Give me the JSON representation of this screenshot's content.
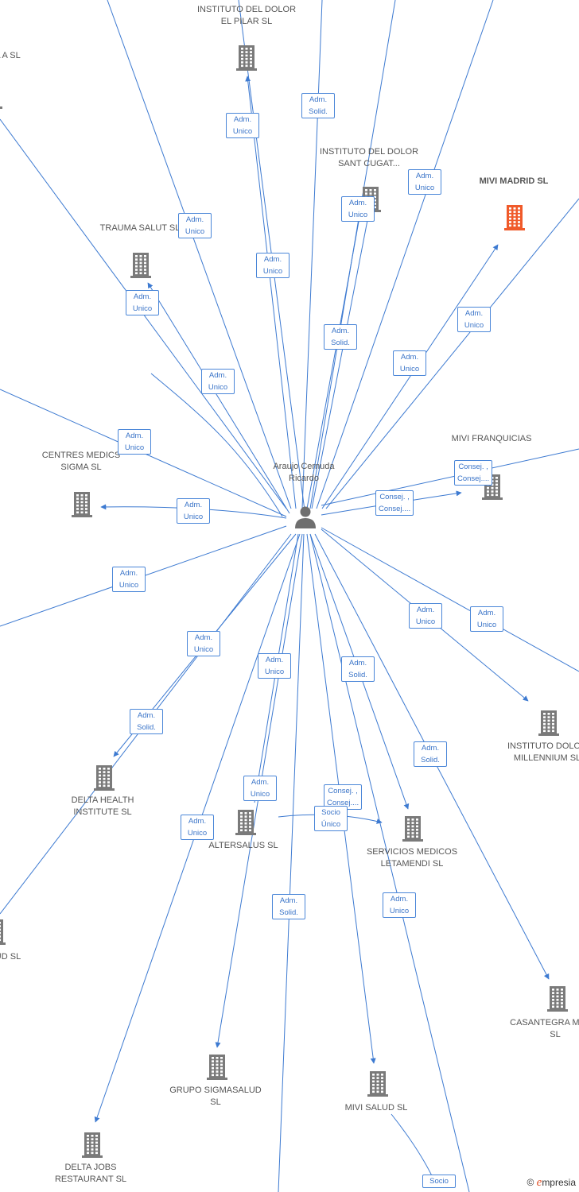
{
  "center": {
    "id": "center",
    "label": "Araujo\nCernuda\nRicardo"
  },
  "colors": {
    "edge": "#3d7ad1",
    "building": "#7a7a7a",
    "highlight": "#f05a2a",
    "role_text": "#3a74c8"
  },
  "nodes": [
    {
      "id": "n1",
      "label": "INSTITUTO\nDEL DOLOR\nEL PILAR  SL",
      "highlight": false
    },
    {
      "id": "n2",
      "label": "CIA\nA\nSL",
      "highlight": false
    },
    {
      "id": "n3",
      "label": "INSTITUTO\nDEL DOLOR\nSANT CUGAT...",
      "highlight": false
    },
    {
      "id": "n4",
      "label": "MIVI\nMADRID  SL",
      "highlight": true
    },
    {
      "id": "n5",
      "label": "TRAUMA\nSALUT  SL",
      "highlight": false
    },
    {
      "id": "n6",
      "label": "MIVI\nFRANQUICIAS",
      "highlight": false
    },
    {
      "id": "n7",
      "label": "CENTRES\nMEDICS\nSIGMA SL",
      "highlight": false
    },
    {
      "id": "n8",
      "label": "INSTITUTO\nDOLOR\nMILLENNIUM  SL",
      "highlight": false
    },
    {
      "id": "n9",
      "label": "DELTA\nHEALTH\nINSTITUTE  SL",
      "highlight": false
    },
    {
      "id": "n10",
      "label": "ALTERSALUS SL",
      "highlight": false
    },
    {
      "id": "n11",
      "label": "SERVICIOS\nMEDICOS\nLETAMENDI SL",
      "highlight": false
    },
    {
      "id": "n12",
      "label": "UD SL",
      "highlight": false
    },
    {
      "id": "n13",
      "label": "CASANTEGRA\nMEDIC SL",
      "highlight": false
    },
    {
      "id": "n14",
      "label": "GRUPO\nSIGMASALUD SL",
      "highlight": false
    },
    {
      "id": "n15",
      "label": "MIVI SALUD  SL",
      "highlight": false
    },
    {
      "id": "n16",
      "label": "DELTA JOBS\nRESTAURANT\nSL",
      "highlight": false
    }
  ],
  "roles": [
    {
      "id": "r1",
      "text": "Adm.\nSolid."
    },
    {
      "id": "r2",
      "text": "Adm.\nUnico"
    },
    {
      "id": "r3",
      "text": "Adm.\nUnico"
    },
    {
      "id": "r4",
      "text": "Adm.\nUnico"
    },
    {
      "id": "r5",
      "text": "Adm.\nUnico"
    },
    {
      "id": "r6",
      "text": "Adm.\nUnico"
    },
    {
      "id": "r7",
      "text": "Adm.\nUnico"
    },
    {
      "id": "r8",
      "text": "Adm.\nSolid."
    },
    {
      "id": "r9",
      "text": "Adm.\nUnico"
    },
    {
      "id": "r10",
      "text": "Adm.\nUnico"
    },
    {
      "id": "r11",
      "text": "Adm.\nUnico"
    },
    {
      "id": "r12",
      "text": "Adm.\nUnico"
    },
    {
      "id": "r13",
      "text": "Consej. ,\nConsej...."
    },
    {
      "id": "r14",
      "text": "Consej. ,\nConsej...."
    },
    {
      "id": "r15",
      "text": "Adm.\nUnico"
    },
    {
      "id": "r16",
      "text": "Adm.\nUnico"
    },
    {
      "id": "r17",
      "text": "Adm.\nUnico"
    },
    {
      "id": "r18",
      "text": "Adm.\nUnico"
    },
    {
      "id": "r19",
      "text": "Adm.\nUnico"
    },
    {
      "id": "r20",
      "text": "Adm.\nUnico"
    },
    {
      "id": "r21",
      "text": "Adm.\nSolid."
    },
    {
      "id": "r22",
      "text": "Adm.\nSolid."
    },
    {
      "id": "r23",
      "text": "Adm.\nSolid."
    },
    {
      "id": "r24",
      "text": "Adm.\nUnico"
    },
    {
      "id": "r25",
      "text": "Consej. ,\nConsej...."
    },
    {
      "id": "r26",
      "text": "Socio\nÚnico"
    },
    {
      "id": "r27",
      "text": "Adm.\nUnico"
    },
    {
      "id": "r28",
      "text": "Adm.\nSolid."
    },
    {
      "id": "r29",
      "text": "Adm.\nUnico"
    },
    {
      "id": "r30",
      "text": "Socio"
    }
  ],
  "brand": {
    "copyright": "©",
    "name": "mpresia",
    "initial": "e"
  }
}
